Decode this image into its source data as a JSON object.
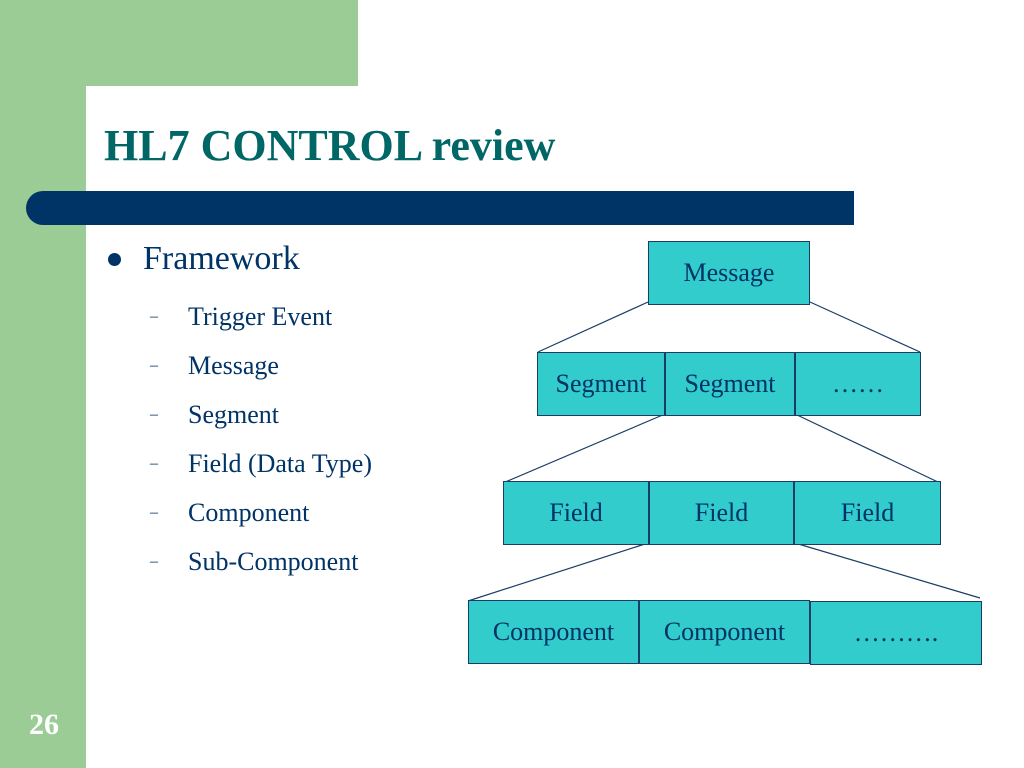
{
  "slide": {
    "title": "HL7 CONTROL review",
    "number": "26"
  },
  "bullets": {
    "main": "Framework",
    "subitems": [
      "Trigger Event",
      "Message",
      "Segment",
      "Field  (Data Type)",
      "Component",
      "Sub-Component"
    ]
  },
  "diagram": {
    "message": "Message",
    "segments": [
      "Segment",
      "Segment",
      "……"
    ],
    "fields": [
      "Field",
      "Field",
      "Field"
    ],
    "components": [
      "Component",
      "Component",
      "………."
    ]
  },
  "colors": {
    "background_green": "#9ccc96",
    "title_bar": "#003366",
    "title_text": "#006666",
    "box_fill": "#33cccc",
    "text": "#003366"
  }
}
